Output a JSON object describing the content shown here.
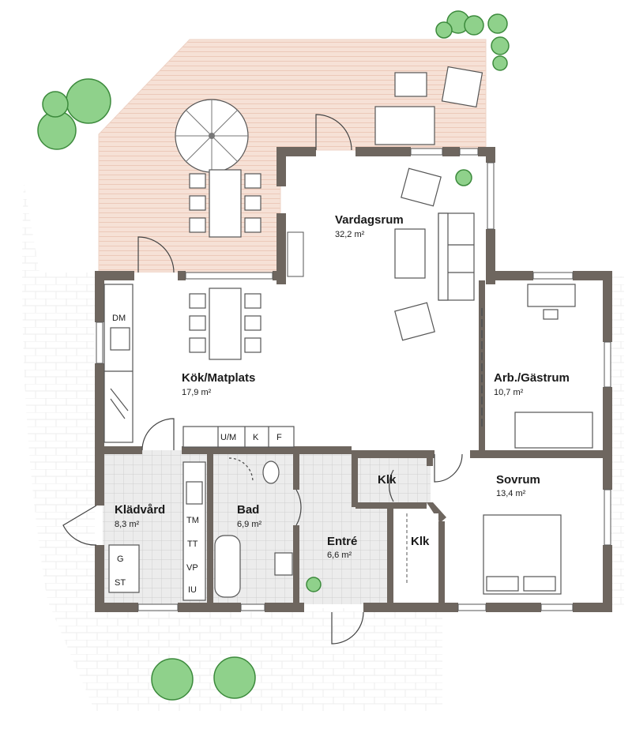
{
  "rooms": {
    "vardagsrum": {
      "name": "Vardagsrum",
      "area": "32,2 m²"
    },
    "kok": {
      "name": "Kök/Matplats",
      "area": "17,9 m²"
    },
    "arb": {
      "name": "Arb./Gästrum",
      "area": "10,7 m²"
    },
    "sovrum": {
      "name": "Sovrum",
      "area": "13,4 m²"
    },
    "kladvard": {
      "name": "Klädvård",
      "area": "8,3 m²"
    },
    "bad": {
      "name": "Bad",
      "area": "6,9 m²"
    },
    "entre": {
      "name": "Entré",
      "area": "6,6 m²"
    },
    "klk1": {
      "name": "Klk"
    },
    "klk2": {
      "name": "Klk"
    }
  },
  "appliances": {
    "dm": "DM",
    "um": "U/M",
    "k": "K",
    "f": "F",
    "tm": "TM",
    "tt": "TT",
    "vp": "VP",
    "iu": "IU",
    "g": "G",
    "st": "ST"
  },
  "colors": {
    "wall": "#6e665f",
    "deck": "#f6e1d6",
    "tile_grid": "#cfcfcf",
    "vegetation": "#8fd18b"
  }
}
